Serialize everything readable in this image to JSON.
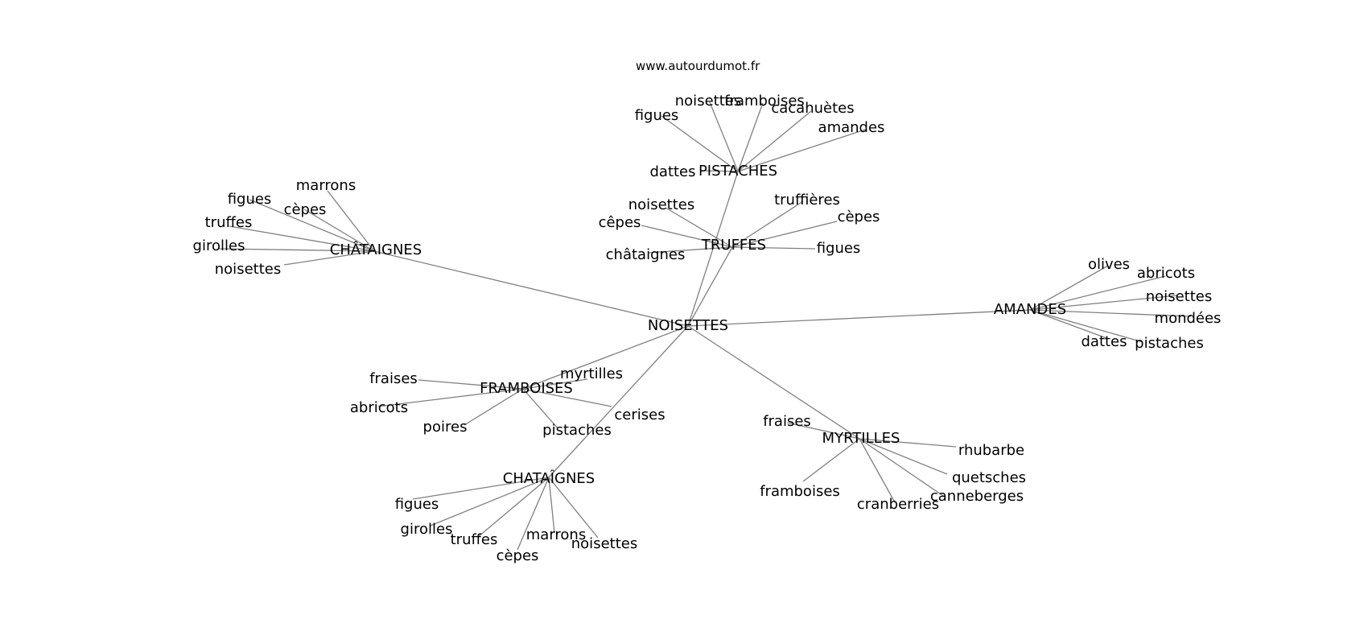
{
  "watermark": "www.autourdumot.fr",
  "colors": {
    "edge": "#808080",
    "text": "#000000",
    "background": "#ffffff"
  },
  "graph": {
    "center": "NOISETTES",
    "hubs": [
      {
        "label": "PISTACHES",
        "words": [
          "figues",
          "noisettes",
          "framboises",
          "cacahuètes",
          "amandes",
          "dattes"
        ]
      },
      {
        "label": "TRUFFES",
        "words": [
          "noisettes",
          "cêpes",
          "châtaignes",
          "truffières",
          "cèpes",
          "figues"
        ]
      },
      {
        "label": "CHÂTAIGNES",
        "words": [
          "marrons",
          "figues",
          "cèpes",
          "truffes",
          "girolles",
          "noisettes"
        ]
      },
      {
        "label": "AMANDES",
        "words": [
          "olives",
          "abricots",
          "noisettes",
          "mondées",
          "dattes",
          "pistaches"
        ]
      },
      {
        "label": "FRAMBOISES",
        "words": [
          "fraises",
          "myrtilles",
          "abricots",
          "cerises",
          "poires",
          "pistaches"
        ]
      },
      {
        "label": "MYRTILLES",
        "words": [
          "fraises",
          "rhubarbe",
          "quetsches",
          "framboises",
          "canneberges",
          "cranberries"
        ]
      },
      {
        "label": "CHATAÎGNES",
        "words": [
          "figues",
          "girolles",
          "truffes",
          "marrons",
          "noisettes",
          "cèpes"
        ]
      }
    ]
  }
}
